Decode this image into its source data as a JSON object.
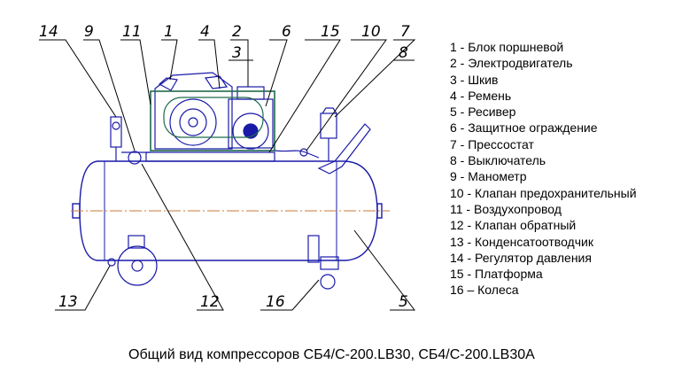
{
  "callouts": {
    "c14": "14",
    "c9": "9",
    "c11": "11",
    "c1": "1",
    "c4": "4",
    "c2": "2",
    "c3": "3",
    "c6": "6",
    "c15": "15",
    "c10": "10",
    "c7": "7",
    "c8": "8",
    "c13": "13",
    "c12": "12",
    "c16": "16",
    "c5": "5"
  },
  "legend": [
    "1 - Блок поршневой",
    "2 - Электродвигатель",
    "3 - Шкив",
    "4 - Ремень",
    "5 - Ресивер",
    "6 - Защитное ограждение",
    "7 - Прессостат",
    "8 - Выключатель",
    "9 - Манометр",
    "10 - Клапан предохранительный",
    "11 - Воздухопровод",
    "12 - Клапан обратный",
    "13 - Конденсатоотводчик",
    "14 - Регулятор давления",
    "15 - Платформа",
    "16 – Колеса"
  ],
  "caption": "Общий вид компрессоров СБ4/С-200.LB30, СБ4/С-200.LB30А",
  "colors": {
    "drawing": "#1a1aa8",
    "guard": "#1f6b4a",
    "centerline": "#c87a3a",
    "callout": "#000000"
  }
}
